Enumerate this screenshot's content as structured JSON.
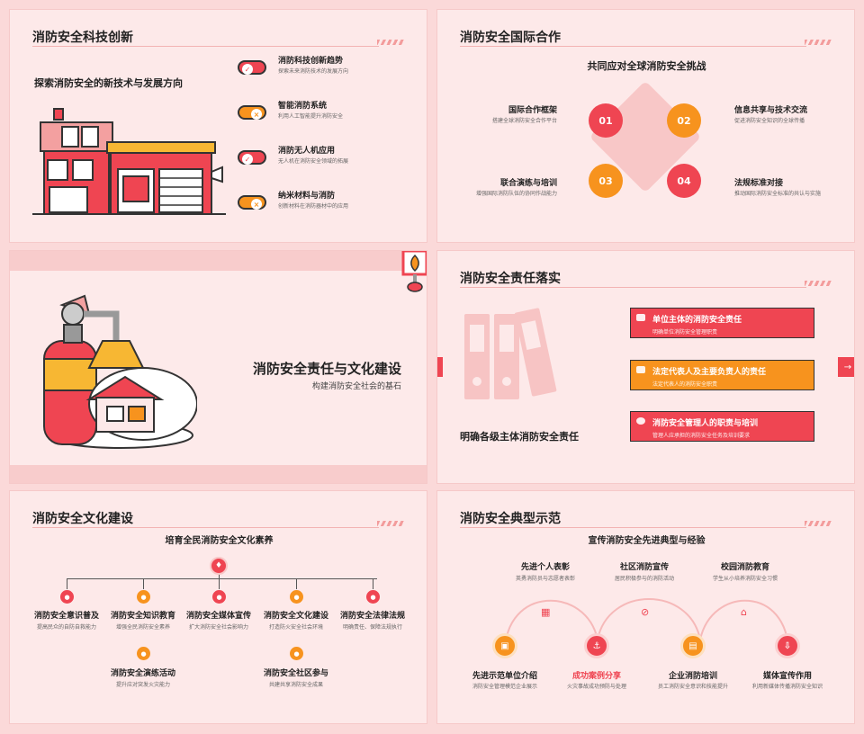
{
  "slide1": {
    "title": "消防安全科技创新",
    "subtitle": "探索消防安全的新技术与发展方向",
    "items": [
      {
        "title": "消防科技创新趋势",
        "desc": "探索未来消防技术的发展方向",
        "mark": "✓"
      },
      {
        "title": "智能消防系统",
        "desc": "利用人工智能提升消防安全",
        "mark": "×"
      },
      {
        "title": "消防无人机应用",
        "desc": "无人机在消防安全领域的拓展",
        "mark": "✓"
      },
      {
        "title": "纳米材料与消防",
        "desc": "创新材料在消防器材中的应用",
        "mark": "×"
      }
    ]
  },
  "slide2": {
    "title": "消防安全国际合作",
    "subtitle": "共同应对全球消防安全挑战",
    "items": [
      {
        "num": "01",
        "title": "国际合作框架",
        "desc": "搭建全球消防安全合作平台"
      },
      {
        "num": "02",
        "title": "信息共享与技术交流",
        "desc": "促进消防安全知识的全球传播"
      },
      {
        "num": "03",
        "title": "联合演练与培训",
        "desc": "增强国际消防队伍的协同作战能力"
      },
      {
        "num": "04",
        "title": "法规标准对接",
        "desc": "推动国际消防安全标准的共认与实施"
      }
    ]
  },
  "slide3": {
    "title": "消防安全责任与文化建设",
    "subtitle": "构建消防安全社会的基石"
  },
  "slide4": {
    "title": "消防安全责任落实",
    "subtitle": "明确各级主体消防安全责任",
    "arrow": "→",
    "items": [
      {
        "title": "单位主体的消防安全责任",
        "desc": "明确单位消防安全管理职责"
      },
      {
        "title": "法定代表人及主要负责人的责任",
        "desc": "法定代表人的消防安全职责"
      },
      {
        "title": "消防安全管理人的职责与培训",
        "desc": "管理人应承担的消防安全任务及培训要求"
      }
    ]
  },
  "slide5": {
    "title": "消防安全文化建设",
    "subtitle": "培育全民消防安全文化素养",
    "items": [
      {
        "title": "消防安全意识普及",
        "desc": "提高民众的自防自救能力"
      },
      {
        "title": "消防安全知识教育",
        "desc": "增强全民消防安全素养"
      },
      {
        "title": "消防安全媒体宣传",
        "desc": "扩大消防安全社会影响力"
      },
      {
        "title": "消防安全文化建设",
        "desc": "打造防火安全社会环境"
      },
      {
        "title": "消防安全法律法规",
        "desc": "明确责任、保障法规执行"
      },
      {
        "title": "消防安全演练活动",
        "desc": "提升应对突发火灾能力"
      },
      {
        "title": "消防安全社区参与",
        "desc": "共建共享消防安全成果"
      }
    ]
  },
  "slide6": {
    "title": "消防安全典型示范",
    "subtitle": "宣传消防安全先进典型与经验",
    "top": [
      {
        "title": "先进个人表彰",
        "desc": "英勇消防员与志愿者表彰"
      },
      {
        "title": "社区消防宣传",
        "desc": "居民积极参与的消防活动"
      },
      {
        "title": "校园消防教育",
        "desc": "学生从小培养消防安全习惯"
      }
    ],
    "bottom": [
      {
        "title": "先进示范单位介绍",
        "desc": "消防安全管理模范企业展示"
      },
      {
        "title": "成功案例分享",
        "desc": "火灾事故成功预防与处理"
      },
      {
        "title": "企业消防培训",
        "desc": "员工消防安全意识和技能提升"
      },
      {
        "title": "媒体宣传作用",
        "desc": "利用新媒体传播消防安全知识"
      }
    ]
  },
  "colors": {
    "red": "#ef4552",
    "orange": "#f7931e",
    "pink": "#fde9e9",
    "line": "#f3b3b3"
  },
  "icons": [
    "fire-station-icon",
    "fire-extinguisher-icon",
    "binders-icon",
    "fire-alarm-icon"
  ]
}
